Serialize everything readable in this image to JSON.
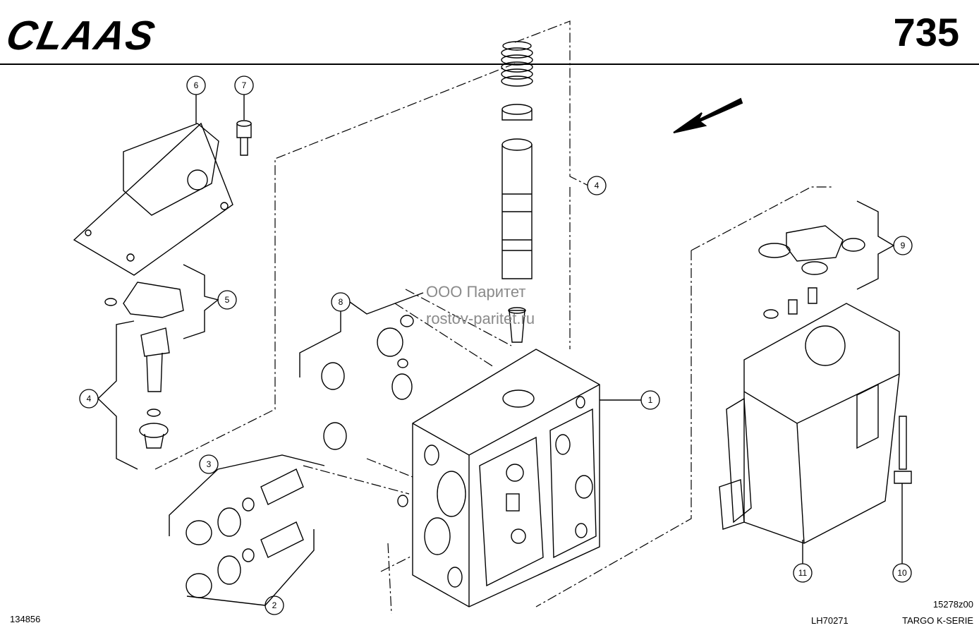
{
  "header": {
    "brand": "CLAAS",
    "page_number": "735"
  },
  "watermark": {
    "company": "ООО Паритет",
    "site": "rostov-paritet.ru"
  },
  "callouts": [
    "1",
    "2",
    "3",
    "4",
    "4",
    "5",
    "6",
    "7",
    "8",
    "9",
    "10",
    "11"
  ],
  "footer": {
    "left_id": "134856",
    "drawing_code": "15278z00",
    "order_code": "LH70271",
    "series": "TARGO K-SERIE"
  }
}
